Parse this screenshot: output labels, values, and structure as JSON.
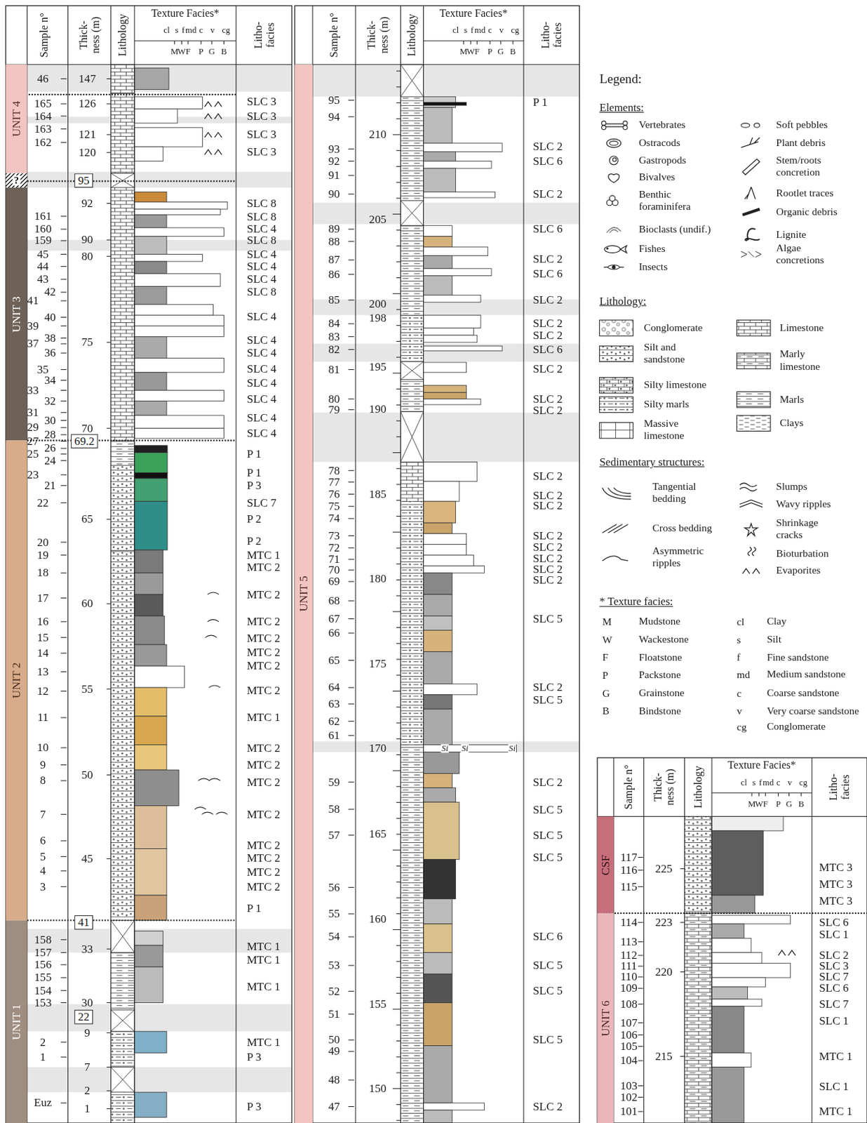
{
  "diagram": {
    "nodes": [
      {
        "text": [
          "UNIT 4"
        ]
      },
      {
        "text": [
          "?"
        ]
      },
      {
        "text": [
          "UNIT 3"
        ]
      },
      {
        "text": [
          "UNIT 2"
        ]
      },
      {
        "text": [
          "UNIT 1"
        ]
      },
      {
        "text": [
          "95"
        ]
      },
      {
        "text": [
          "69.2"
        ]
      },
      {
        "text": [
          "41"
        ]
      },
      {
        "text": [
          "22"
        ]
      },
      {
        "text": [
          "UNIT 5"
        ]
      },
      {
        "text": [
          "CSF"
        ]
      },
      {
        "text": [
          "UNIT 6"
        ]
      }
    ],
    "labels": [
      "Sample n°",
      "Thick- ness (m)",
      "Lithology",
      "Texture Facies*",
      "cl",
      "s",
      "f",
      "md",
      "c",
      "v",
      "cg",
      "M",
      "W",
      "F",
      "P",
      "G",
      "B",
      "Litho- facies",
      "Sample n°",
      "Thick- ness (m)",
      "Lithology",
      "Texture Facies*",
      "cl",
      "s",
      "f",
      "md",
      "c",
      "v",
      "cg",
      "M",
      "W",
      "F",
      "P",
      "G",
      "B",
      "Litho- facies",
      "Sample n°",
      "Thick- ness (m)",
      "Lithology",
      "Texture Facies*",
      "cl",
      "s",
      "f",
      "md",
      "c",
      "v",
      "cg",
      "M",
      "W",
      "F",
      "P",
      "G",
      "B",
      "Litho- facies",
      "46",
      "165",
      "164",
      "163",
      "162",
      "161",
      "160",
      "159",
      "45",
      "44",
      "43",
      "42",
      "41",
      "40",
      "39",
      "38",
      "37",
      "36",
      "35",
      "34",
      "33",
      "32",
      "31",
      "30",
      "29",
      "28",
      "27",
      "26",
      "25",
      "24",
      "23",
      "21",
      "22",
      "20",
      "19",
      "18",
      "17",
      "16",
      "15",
      "14",
      "13",
      "12",
      "11",
      "10",
      "9",
      "8",
      "7",
      "6",
      "5",
      "4",
      "3",
      "158",
      "157",
      "156",
      "155",
      "154",
      "153",
      "2",
      "1",
      "Euz",
      "147",
      "126",
      "121",
      "120",
      "92",
      "90",
      "80",
      "75",
      "70",
      "65",
      "60",
      "55",
      "50",
      "45",
      "33",
      "30",
      "9",
      "7",
      "2",
      "1",
      "SLC 3",
      "SLC 3",
      "SLC 3",
      "SLC 3",
      "SLC 8",
      "SLC 8",
      "SLC 4",
      "SLC 8",
      "SLC 4",
      "SLC 4",
      "SLC 4",
      "SLC 8",
      "SLC 4",
      "SLC 4",
      "SLC 4",
      "SLC 4",
      "SLC 4",
      "SLC 4",
      "SLC 4",
      "SLC 4",
      "P 1",
      "P 1",
      "P 3",
      "SLC 7",
      "P 2",
      "P 2",
      "MTC 1",
      "MTC 2",
      "MTC 2",
      "MTC 2",
      "MTC 2",
      "MTC 2",
      "MTC 2",
      "MTC 2",
      "MTC 1",
      "MTC 2",
      "MTC 2",
      "MTC 2",
      "MTC 2",
      "MTC 2",
      "MTC 2",
      "MTC 2",
      "MTC 2",
      "P 1",
      "MTC 1",
      "MTC 1",
      "MTC 1",
      "MTC 1",
      "P 3",
      "P 3",
      "95",
      "94",
      "93",
      "92",
      "91",
      "90",
      "89",
      "88",
      "87",
      "86",
      "85",
      "84",
      "83",
      "82",
      "81",
      "80",
      "79",
      "78",
      "77",
      "76",
      "75",
      "74",
      "73",
      "72",
      "71",
      "70",
      "69",
      "68",
      "67",
      "66",
      "65",
      "64",
      "63",
      "62",
      "61",
      "59",
      "58",
      "57",
      "56",
      "55",
      "54",
      "53",
      "52",
      "51",
      "50",
      "49",
      "48",
      "47",
      "210",
      "205",
      "200",
      "198",
      "195",
      "190",
      "185",
      "180",
      "175",
      "170",
      "165",
      "160",
      "155",
      "150",
      "P 1",
      "SLC 2",
      "SLC 6",
      "SLC 2",
      "SLC 6",
      "SLC 2",
      "SLC 6",
      "SLC 2",
      "SLC 2",
      "SLC 2",
      "SLC 6",
      "SLC 2",
      "SLC 2",
      "SLC 2",
      "SLC 2",
      "SLC 2",
      "SLC 2",
      "SLC 2",
      "SLC 2",
      "SLC 2",
      "SLC 2",
      "SLC 2",
      "SLC 5",
      "SLC 2",
      "SLC 5",
      "SLC 2",
      "SLC 5",
      "SLC 5",
      "SLC 5",
      "SLC 6",
      "SLC 5",
      "SLC 5",
      "SLC 5",
      "SLC 2",
      "Si",
      "Si",
      "Si",
      "117",
      "116",
      "115",
      "114",
      "113",
      "112",
      "111",
      "110",
      "109",
      "108",
      "107",
      "106",
      "105",
      "104",
      "103",
      "102",
      "101",
      "225",
      "223",
      "220",
      "215",
      "MTC 3",
      "MTC 3",
      "MTC 3",
      "SLC 6",
      "SLC 1",
      "SLC 2",
      "SLC 3",
      "SLC 7",
      "SLC 6",
      "SLC 7",
      "SLC 1",
      "MTC 1",
      "SLC 1",
      "MTC 1",
      "Legend:",
      "Elements:",
      "Lithology:",
      "Sedimentary structures:",
      "* Texture facies:",
      "M",
      "W",
      "F",
      "P",
      "G",
      "B",
      "cl",
      "s",
      "f",
      "md",
      "c",
      "v",
      "cg"
    ],
    "legend": [
      {
        "text": "Vertebrates"
      },
      {
        "text": "Ostracods"
      },
      {
        "text": "Gastropods"
      },
      {
        "text": "Bivalves"
      },
      {
        "text": "Benthic foraminifera"
      },
      {
        "text": "Bioclasts (undif.)"
      },
      {
        "text": "Fishes"
      },
      {
        "text": "Insects"
      },
      {
        "text": "Soft pebbles"
      },
      {
        "text": "Plant debris"
      },
      {
        "text": "Stem/roots concretion"
      },
      {
        "text": "Rootlet traces"
      },
      {
        "text": "Organic debris"
      },
      {
        "text": "Lignite"
      },
      {
        "text": "Algae concretions"
      },
      {
        "text": "Conglomerate"
      },
      {
        "text": "Silt and sandstone"
      },
      {
        "text": "Silty limestone"
      },
      {
        "text": "Silty marls"
      },
      {
        "text": "Massive limestone"
      },
      {
        "text": "Limestone"
      },
      {
        "text": "Marly limestone"
      },
      {
        "text": "Marls"
      },
      {
        "text": "Clays"
      },
      {
        "text": "Tangential bedding"
      },
      {
        "text": "Cross bedding"
      },
      {
        "text": "Asymmetric ripples"
      },
      {
        "text": "Slumps"
      },
      {
        "text": "Wavy ripples"
      },
      {
        "text": "Shrinkage cracks"
      },
      {
        "text": "Bioturbation"
      },
      {
        "text": "Evaporites"
      },
      {
        "text": "Mudstone"
      },
      {
        "text": "Wackestone"
      },
      {
        "text": "Floatstone"
      },
      {
        "text": "Packstone"
      },
      {
        "text": "Grainstone"
      },
      {
        "text": "Bindstone"
      },
      {
        "text": "Clay"
      },
      {
        "text": "Silt"
      },
      {
        "text": "Fine sandstone"
      },
      {
        "text": "Medium sandstone"
      },
      {
        "text": "Coarse sandstone"
      },
      {
        "text": "Very coarse sandstone"
      },
      {
        "text": "Conglomerate"
      }
    ]
  }
}
